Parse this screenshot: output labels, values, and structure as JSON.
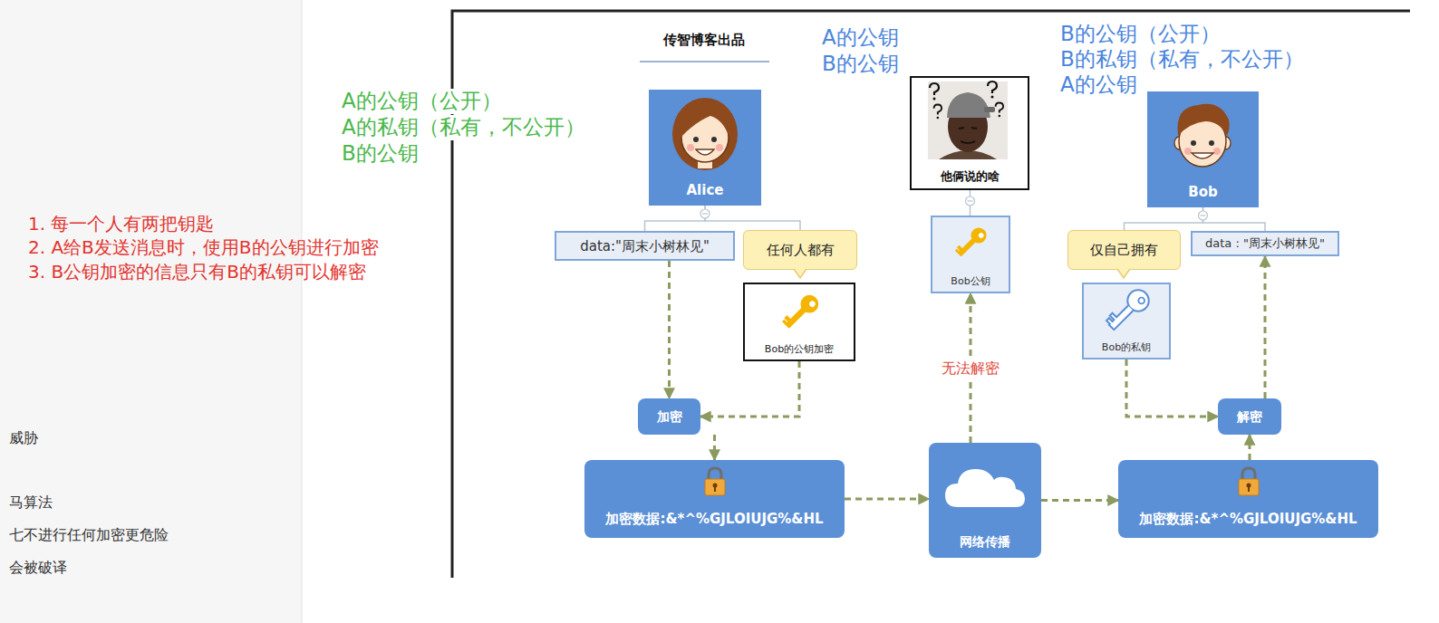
{
  "diagram": {
    "nodes": [
      {
        "text": [
          "Alice"
        ]
      },
      {
        "text": [
          "他俩说的啥"
        ]
      },
      {
        "text": [
          "Bob"
        ]
      },
      {
        "text": [
          "data:\"周末小树林见\""
        ]
      },
      {
        "text": [
          "任何人都有"
        ]
      },
      {
        "text": [
          "Bob的公钥加密"
        ]
      },
      {
        "text": [
          "加密"
        ]
      },
      {
        "text": [
          "加密数据:&*^%GJLOIUJG%&HL"
        ]
      },
      {
        "text": [
          "网络传播"
        ]
      },
      {
        "text": [
          "Bob公钥"
        ]
      },
      {
        "text": [
          "仅自己拥有"
        ]
      },
      {
        "text": [
          "Bob的私钥"
        ]
      },
      {
        "text": [
          "data : \"周末小树林见\""
        ]
      },
      {
        "text": [
          "解密"
        ]
      },
      {
        "text": [
          "加密数据:&*^%GJLOIUJG%&HL"
        ]
      }
    ],
    "edges": [
      {
        "from": 0,
        "to": 3,
        "arrow": "none"
      },
      {
        "from": 0,
        "to": 4,
        "arrow": "none"
      },
      {
        "from": 1,
        "to": 9,
        "arrow": "none"
      },
      {
        "from": 2,
        "to": 10,
        "arrow": "none"
      },
      {
        "from": 2,
        "to": 12,
        "arrow": "none"
      },
      {
        "from": 3,
        "to": 6,
        "arrow": "to"
      },
      {
        "from": 5,
        "to": 6,
        "arrow": "to"
      },
      {
        "from": 6,
        "to": 7,
        "arrow": "to"
      },
      {
        "from": 7,
        "to": 8,
        "arrow": "to"
      },
      {
        "from": 8,
        "to": 9,
        "label": "无法解密",
        "arrow": "to"
      },
      {
        "from": 8,
        "to": 14,
        "arrow": "to"
      },
      {
        "from": 11,
        "to": 13,
        "arrow": "to"
      },
      {
        "from": 14,
        "to": 13,
        "arrow": "to"
      },
      {
        "from": 13,
        "to": 12,
        "arrow": "to"
      }
    ],
    "labels": [
      "传智博客出品",
      "A的公钥（公开）",
      "A的私钥（私有，不公开）",
      "B的公钥",
      "A的公钥",
      "B的公钥",
      "B的公钥（公开）",
      "B的私钥（私有，不公开）",
      "A的公钥",
      "1. 每一个人有两把钥匙",
      "2. A给B发送消息时，使用B的公钥进行加密",
      "3. B公钥加密的信息只有B的私钥可以解密",
      "威胁",
      "马算法",
      "七不进行任何加密更危险",
      "会被破译"
    ]
  }
}
